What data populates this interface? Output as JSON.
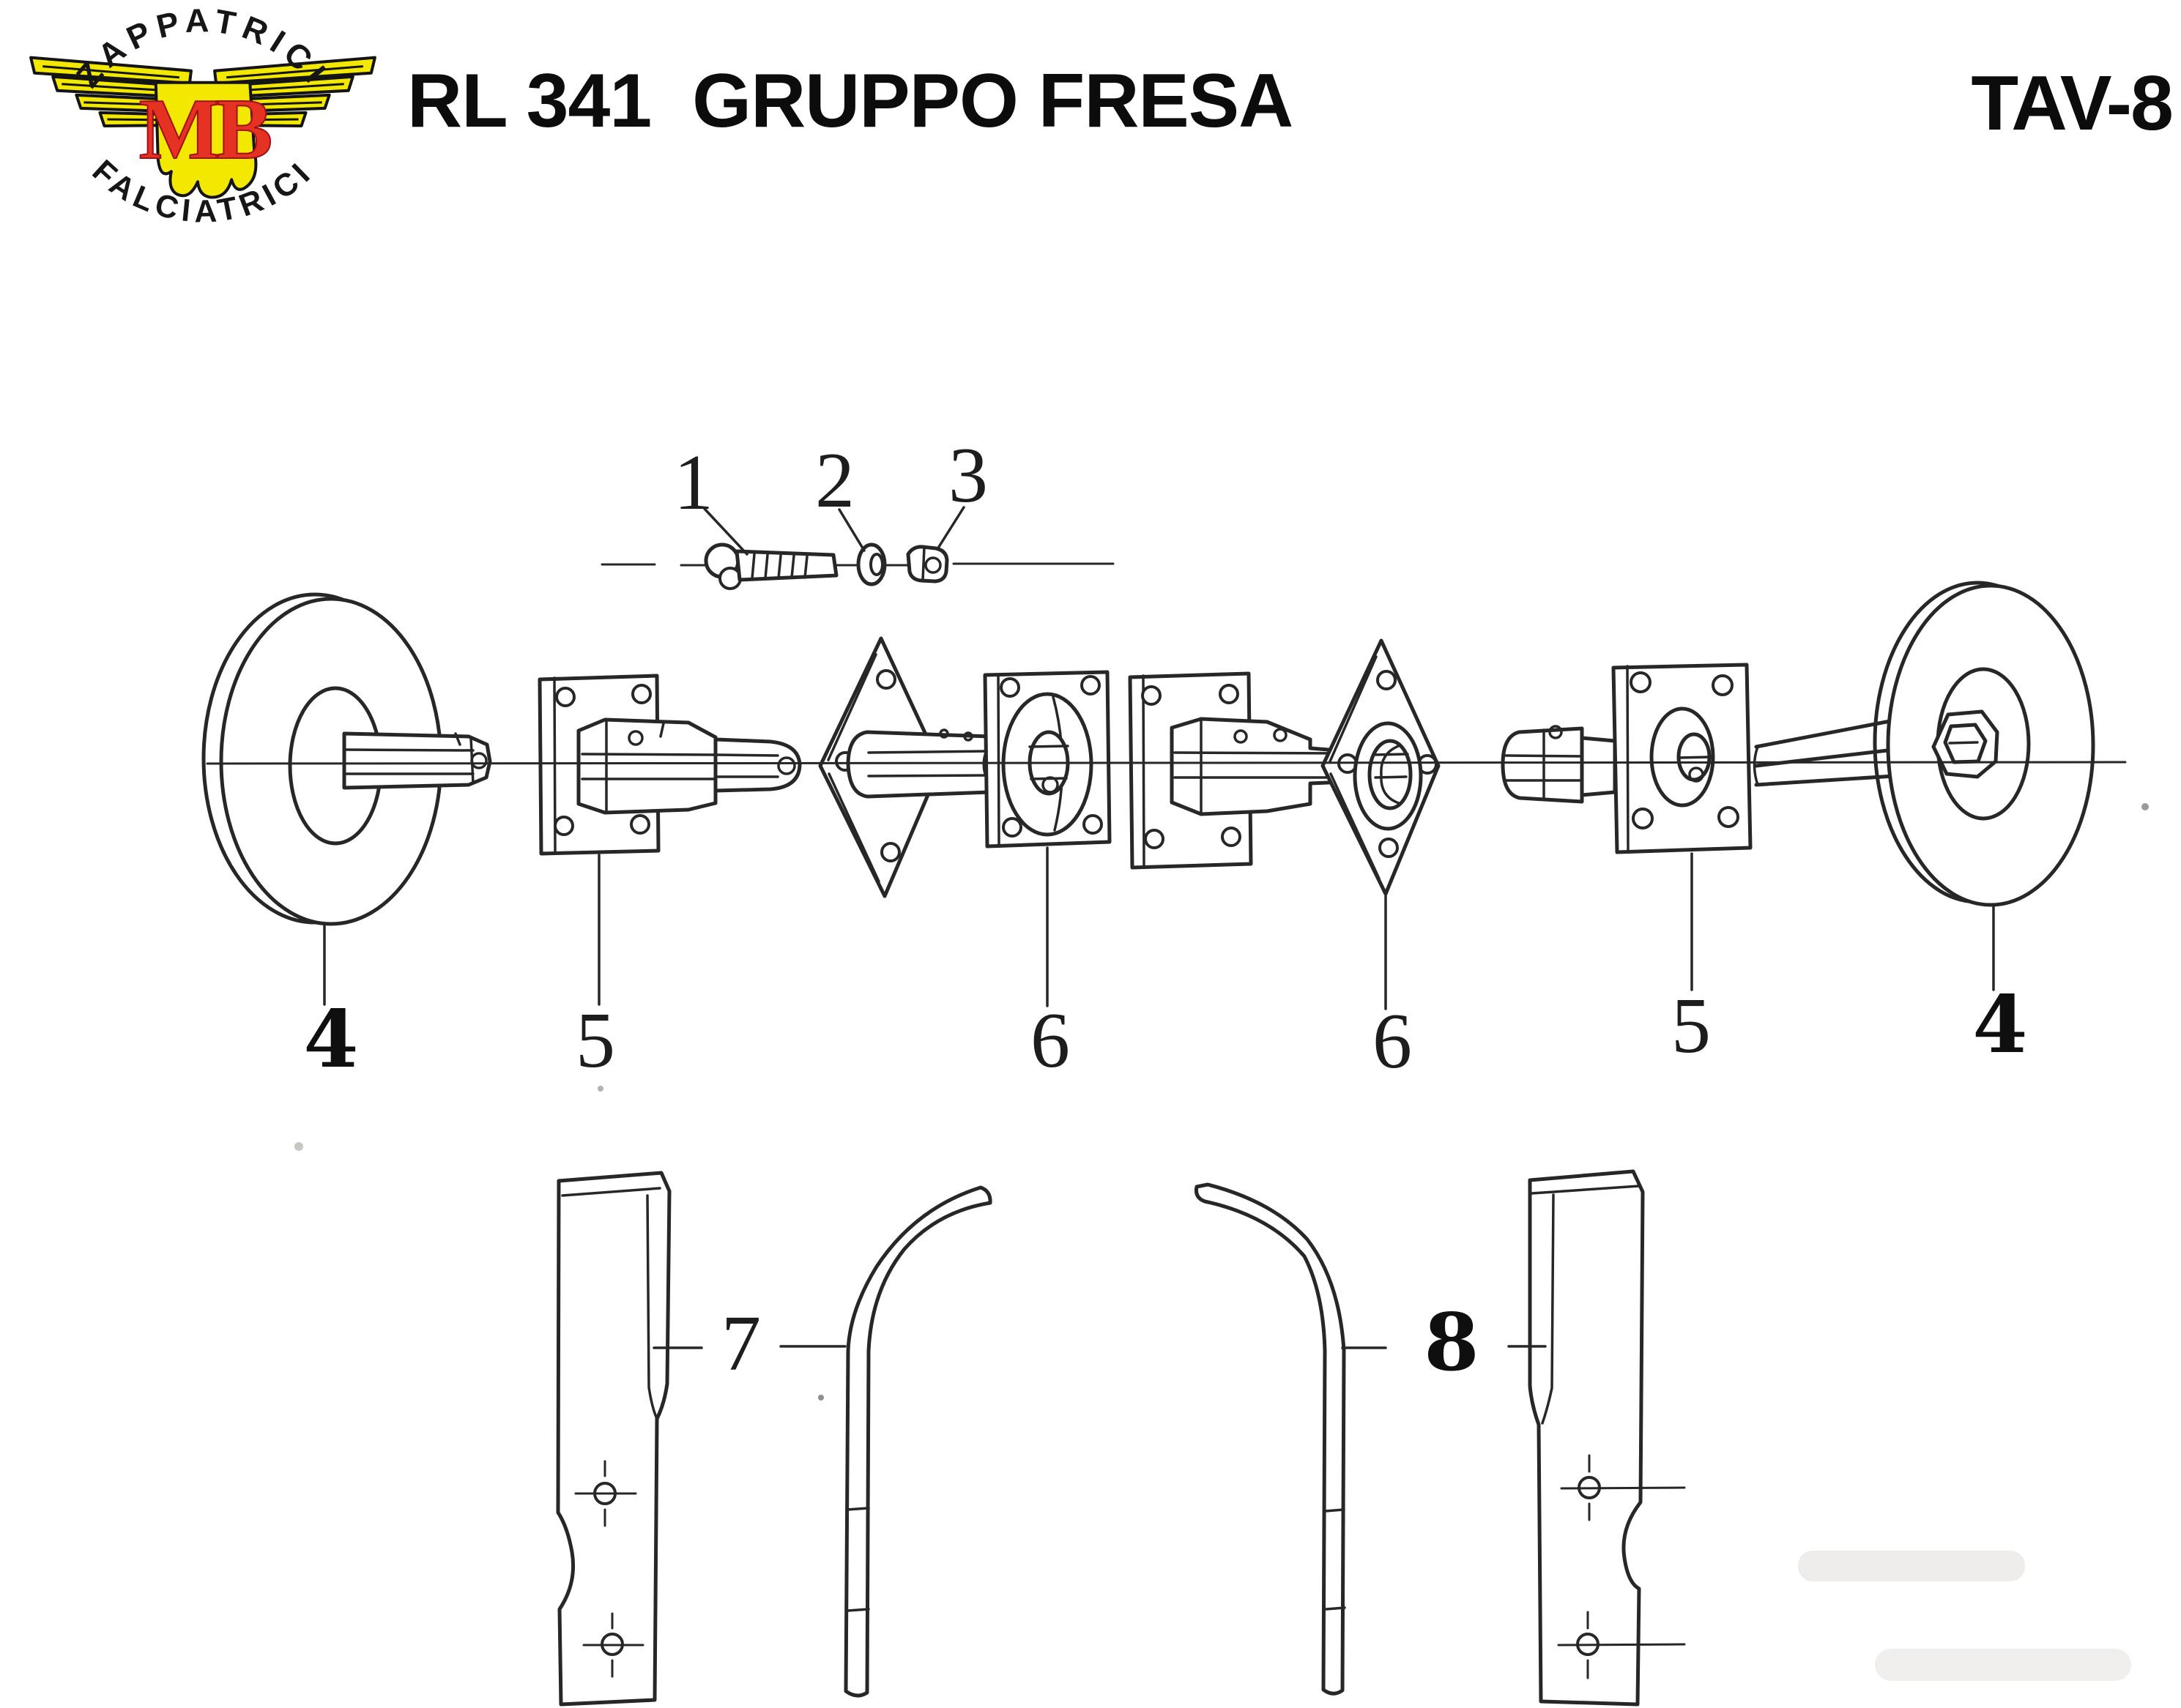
{
  "header": {
    "logo": {
      "arc_top": "ZAPPATRICI",
      "monogram": "MB",
      "arc_bottom": "FALCIATRICI",
      "wing_color": "#f2e800",
      "monogram_color": "#e63222"
    },
    "model": "RL 341",
    "title": "GRUPPO FRESA",
    "plate": "TAV-8"
  },
  "diagram": {
    "ink": "#272727",
    "callouts": [
      {
        "number": "1",
        "part": "bolt"
      },
      {
        "number": "2",
        "part": "washer"
      },
      {
        "number": "3",
        "part": "nut"
      },
      {
        "number": "4",
        "part": "side-disc-left"
      },
      {
        "number": "5",
        "part": "flange-hub-left"
      },
      {
        "number": "6",
        "part": "bearing-plate"
      },
      {
        "number": "6",
        "part": "bearing-diamond"
      },
      {
        "number": "5",
        "part": "flange-bearing-right"
      },
      {
        "number": "4",
        "part": "side-disc-right"
      },
      {
        "number": "7",
        "part": "tiller-blade-left-pair"
      },
      {
        "number": "8",
        "part": "tiller-blade-right-pair"
      }
    ]
  }
}
